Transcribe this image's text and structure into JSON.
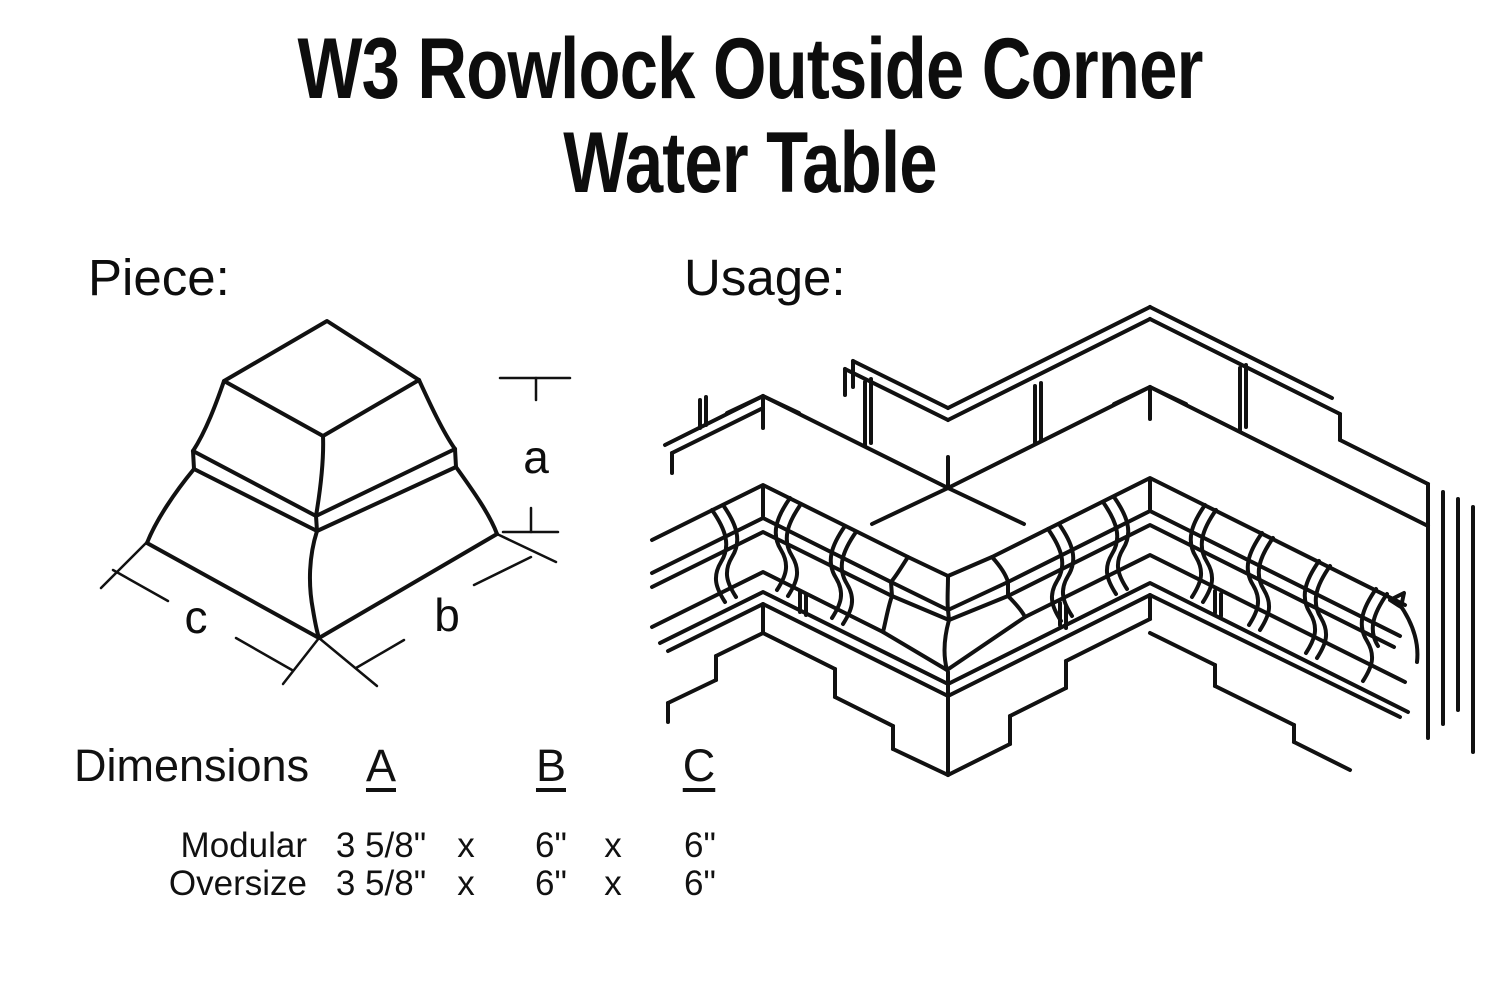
{
  "title": {
    "line1": "W3 Rowlock Outside Corner",
    "line2": "Water Table"
  },
  "sections": {
    "piece_label": "Piece:",
    "usage_label": "Usage:"
  },
  "piece": {
    "dim_a": "a",
    "dim_b": "b",
    "dim_c": "c"
  },
  "dimensions_table": {
    "heading": "Dimensions",
    "columns": [
      "A",
      "B",
      "C"
    ],
    "separator": "x",
    "rows": [
      {
        "name": "Modular",
        "a": "3 5/8\"",
        "b": "6\"",
        "c": "6\""
      },
      {
        "name": "Oversize",
        "a": "3 5/8\"",
        "b": "6\"",
        "c": "6\""
      }
    ]
  },
  "colors": {
    "highlight_red": "#ee3b40",
    "line_black": "#111111",
    "background": "#ffffff"
  }
}
